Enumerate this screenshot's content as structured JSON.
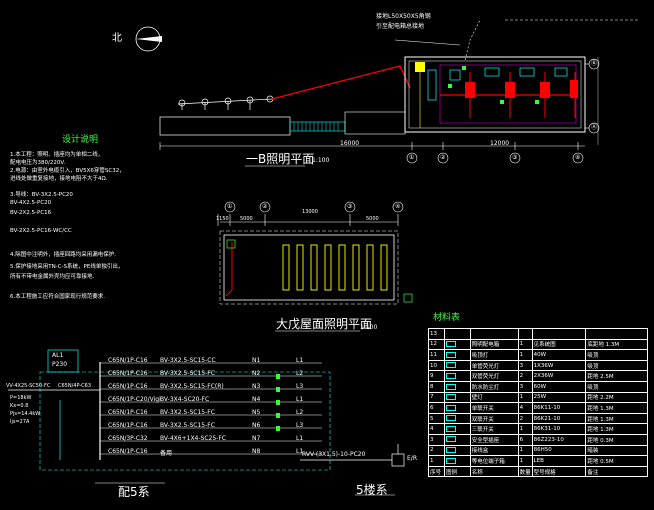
{
  "north_label": "北",
  "b_plan": {
    "title": "一B照明平面",
    "scale": "1:100",
    "dims": [
      "16000",
      "12000"
    ],
    "axes": [
      "①",
      "②",
      "③",
      "④",
      "Ⓐ",
      "Ⓑ"
    ]
  },
  "roof_plan": {
    "title": "大戊屋面照明平面",
    "scale": "1:100",
    "dims": [
      "1150",
      "5000",
      "13000",
      "5000"
    ],
    "axes": [
      "①",
      "②",
      "③",
      "④"
    ]
  },
  "top_notes": [
    "接地L50X50X5角钢",
    "引至配电箱总接地"
  ],
  "design_notes": {
    "title": "设计说明",
    "lines": [
      "1.本工程：照明、插座均为单相二线，",
      "  配电电压为380/220V.",
      "2.电源：由室外电缆引入，BV5X6穿管SC32，",
      "  进线处做重复接地，接地电阻不大于4Ω.",
      "3.导线：BV-3X2.5-PC20",
      "  BV-4X2.5-PC20",
      "  BV-2X2.5-PC16",
      "  BV-2X2.5-PC16-WC/CC",
      "4.除图中注明外，插座回路均采用漏电保护.",
      "5.保护接地采用TN-C-S系统，PE线单独引出，",
      "  所有不带电金属外壳均应可靠接地.",
      "6.本工程施工应符合国家现行规范要求."
    ]
  },
  "dist_panel": {
    "title": "配5系",
    "box_label": "AL1",
    "box_sub": "P230",
    "incoming": "VV-4X25-SC50-FC",
    "main_breaker": "C65N/4P-C63",
    "left_labels": [
      "P=18kW",
      "Kx=0.8",
      "Pjs=14.4kW",
      "Ijs=27A"
    ],
    "circuits": [
      {
        "breaker": "C65N/1P-C16",
        "cable": "BV-3X2.5-SC15-CC",
        "no": "N1",
        "phase": "L1"
      },
      {
        "breaker": "C65N/1P-C16",
        "cable": "BV-3X2.5-SC15-FC",
        "no": "N2",
        "phase": "L2"
      },
      {
        "breaker": "C65N/1P-C16",
        "cable": "BV-3X2.5-SC15-FC(R)",
        "no": "N3",
        "phase": "L3"
      },
      {
        "breaker": "C65N/1P-C20/Vigi",
        "cable": "BV-3X4-SC20-FC",
        "no": "N4",
        "phase": "L1"
      },
      {
        "breaker": "C65N/1P-C16",
        "cable": "BV-3X2.5-SC15-FC",
        "no": "N5",
        "phase": "L2"
      },
      {
        "breaker": "C65N/1P-C16",
        "cable": "BV-3X2.5-SC15-FC",
        "no": "N6",
        "phase": "L3"
      },
      {
        "breaker": "C65N/3P-C32",
        "cable": "BV-4X6+1X4-SC25-FC",
        "no": "N7",
        "phase": "L1"
      },
      {
        "breaker": "C65N/1P-C16",
        "cable": "备用",
        "no": "N8",
        "phase": "L1"
      }
    ]
  },
  "small_system": {
    "title": "5楼系",
    "cable": "RVV-(3X1.5)-10-PC20",
    "device": "E/R"
  },
  "materials": {
    "title": "材料表",
    "rows": [
      [
        "13",
        "",
        "",
        "",
        "",
        ""
      ],
      [
        "12",
        "",
        "照明配电箱",
        "1",
        "见系统图",
        "底距地 1.3M"
      ],
      [
        "11",
        "",
        "吸顶灯",
        "1",
        "40W",
        "吸顶"
      ],
      [
        "10",
        "",
        "单管荧光灯",
        "3",
        "1X36W",
        "吸顶"
      ],
      [
        "9",
        "",
        "双管荧光灯",
        "2",
        "2X36W",
        "距地 2.5M"
      ],
      [
        "8",
        "",
        "防水防尘灯",
        "3",
        "60W",
        "吸顶"
      ],
      [
        "7",
        "",
        "壁灯",
        "1",
        "25W",
        "距地 2.2M"
      ],
      [
        "6",
        "",
        "单联开关",
        "4",
        "86K11-10",
        "距地 1.3M"
      ],
      [
        "5",
        "",
        "双联开关",
        "2",
        "86K21-10",
        "距地 1.3M"
      ],
      [
        "4",
        "",
        "三联开关",
        "1",
        "86K31-10",
        "距地 1.3M"
      ],
      [
        "3",
        "",
        "安全型插座",
        "6",
        "86Z223-10",
        "距地 0.3M"
      ],
      [
        "2",
        "",
        "接线盒",
        "1",
        "86H50",
        "暗装"
      ],
      [
        "1",
        "",
        "等电位端子箱",
        "1",
        "LEB",
        "距地 0.5M"
      ],
      [
        "序号",
        "图例",
        "名称",
        "数量",
        "型号规格",
        "备注"
      ]
    ]
  }
}
